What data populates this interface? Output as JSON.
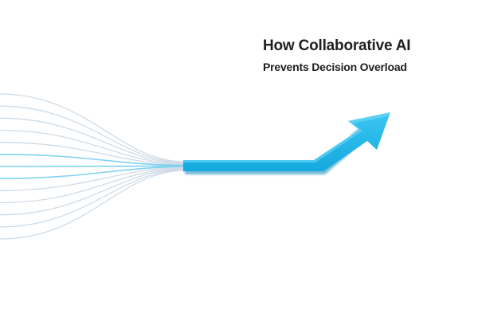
{
  "headline": {
    "line1": "How Collaborative AI",
    "line2": "Prevents Decision Overload"
  },
  "colors": {
    "arrow": "#1fb6ea",
    "arrow_shadow": "#0f86b3",
    "strand_light": "#cfdbe6",
    "strand_accent": "#7fd2ef",
    "text": "#1f1f1f"
  },
  "strand_count": 13
}
